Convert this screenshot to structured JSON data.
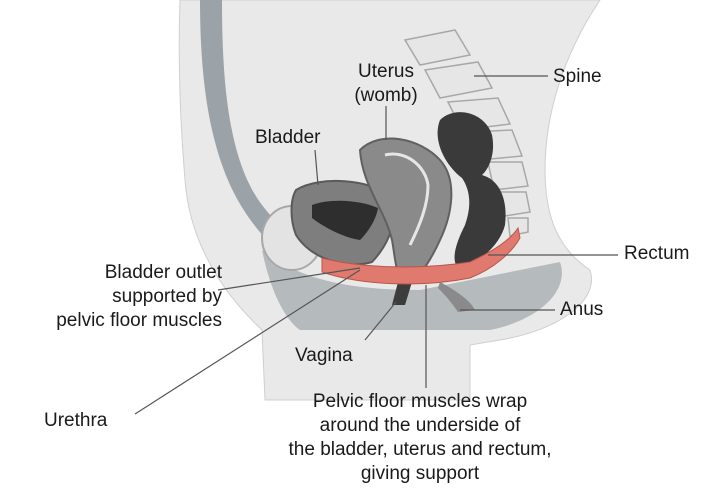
{
  "labels": {
    "spine": "Spine",
    "uterus_line1": "Uterus",
    "uterus_line2": "(womb)",
    "bladder": "Bladder",
    "rectum": "Rectum",
    "bladder_outlet_line1": "Bladder outlet",
    "bladder_outlet_line2": "supported by",
    "bladder_outlet_line3": "pelvic floor muscles",
    "anus": "Anus",
    "vagina": "Vagina",
    "urethra": "Urethra",
    "pelvic_floor_line1": "Pelvic floor muscles wrap",
    "pelvic_floor_line2": "around the underside  of",
    "pelvic_floor_line3": "the bladder, uterus and rectum,",
    "pelvic_floor_line4": "giving support"
  },
  "colors": {
    "body": "#e8e8e8",
    "body_edge": "#c8c8c8",
    "abdomen_wall": "#9aa1a6",
    "organ_gray": "#8a8a8a",
    "organ_dark": "#3c3c3c",
    "muscle": "#e07a6e",
    "bone": "#e3e3e3",
    "leader_line": "#555555"
  }
}
